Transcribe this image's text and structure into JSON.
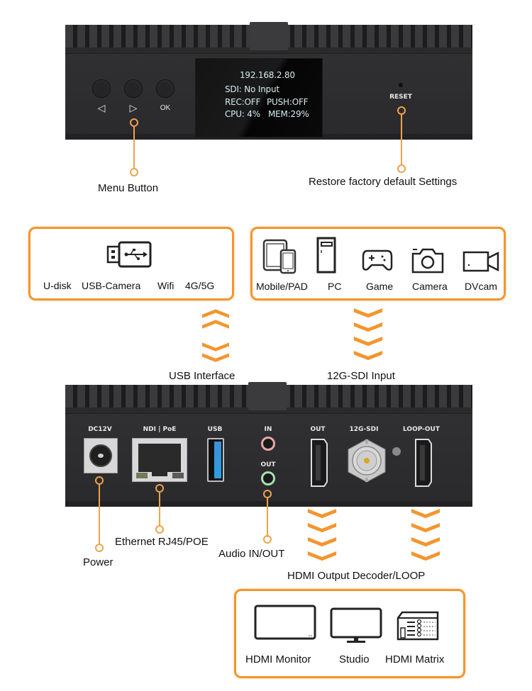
{
  "front_panel": {
    "buttons": [
      {
        "name": "left",
        "glyph": "◁"
      },
      {
        "name": "right",
        "glyph": "▷"
      },
      {
        "name": "ok",
        "glyph": "OK"
      }
    ],
    "display": {
      "ip": "192.168.2.80",
      "sdi": "SDI: No Input",
      "rec": "REC:OFF",
      "push": "PUSH:OFF",
      "cpu": "CPU: 4%",
      "mem": "MEM:29%"
    },
    "reset_label": "RESET"
  },
  "callouts_top": {
    "menu_button": "Menu Button",
    "reset": "Restore factory default Settings"
  },
  "usb_box": {
    "icon": "usb-drive-icon",
    "labels": [
      "U-disk",
      "USB-Camera",
      "Wifi",
      "4G/5G"
    ]
  },
  "sdi_box": {
    "items": [
      {
        "label": "Mobile/PAD",
        "icon": "mobile-pad-icon"
      },
      {
        "label": "PC",
        "icon": "pc-tower-icon"
      },
      {
        "label": "Game",
        "icon": "gamepad-icon"
      },
      {
        "label": "Camera",
        "icon": "camera-icon"
      },
      {
        "label": "DVcam",
        "icon": "video-camera-icon"
      }
    ]
  },
  "flow_labels": {
    "usb": "USB Interface",
    "sdi_in": "12G-SDI Input",
    "hdmi_out": "HDMI Output Decoder/LOOP"
  },
  "rear_panel": {
    "ports": {
      "dc": "DC12V",
      "ndi": "NDI | PoE",
      "usb": "USB",
      "audio_in": "IN",
      "audio_out": "OUT",
      "hdmi_out": "OUT",
      "sdi": "12G-SDI",
      "loop": "LOOP-OUT"
    }
  },
  "callouts_bottom": {
    "power": "Power",
    "ethernet": "Ethernet RJ45/POE",
    "audio": "Audio IN/OUT"
  },
  "hdmi_box": {
    "items": [
      {
        "label": "HDMI Monitor",
        "icon": "monitor-icon"
      },
      {
        "label": "Studio",
        "icon": "desktop-monitor-icon"
      },
      {
        "label": "HDMI Matrix",
        "icon": "matrix-switcher-icon"
      }
    ]
  },
  "colors": {
    "accent_orange": "#f4952e",
    "callout_orange": "#f0a24a",
    "device_body": "#2e2e30",
    "oled_text": "#d6ecec"
  }
}
